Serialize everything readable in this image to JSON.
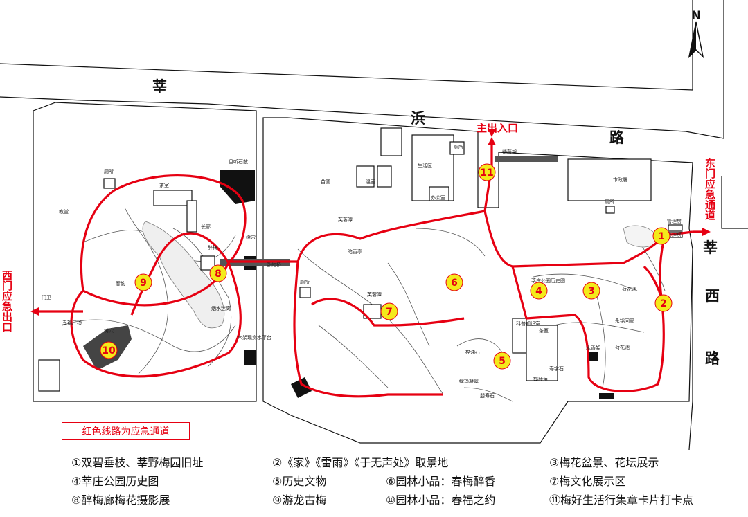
{
  "roads": {
    "north_1": "莘",
    "north_2": "浜",
    "north_3": "路",
    "east_1": "莘",
    "east_2": "西",
    "east_3": "路"
  },
  "compass_label": "N",
  "exits": {
    "main": "主出入口",
    "east": "东门应急通道",
    "west": "西门应急出口"
  },
  "note": "红色线路为应急通道",
  "places": [
    "厕所",
    "茶室",
    "长廊",
    "醉梅",
    "树穴",
    "卧虹桥",
    "春韵",
    "五福广场",
    "树穴",
    "门卫",
    "教堂",
    "且听石散",
    "烟水迷离",
    "木架现赏水平台",
    "苗圃",
    "温室",
    "生活区",
    "办公室",
    "厕所",
    "芙蓉潭",
    "暗香亭",
    "芙蓉潭",
    "厕所",
    "紫藤架",
    "市政署",
    "厕所",
    "管理房",
    "管理房",
    "科普知识室",
    "茶室",
    "荷花池",
    "木香架",
    "永锦回廊",
    "荷花池",
    "梓油石",
    "绿筠凝翠",
    "朋寿石",
    "鹤鹿角",
    "寿字石",
    "莘庄公园历史图"
  ],
  "markers": [
    "1",
    "2",
    "3",
    "4",
    "5",
    "6",
    "7",
    "8",
    "9",
    "10",
    "11"
  ],
  "legend": [
    [
      "①双碧垂枝、莘野梅园旧址",
      "②《家》《雷雨》《于无声处》取景地",
      "③梅花盆景、花坛展示"
    ],
    [
      "④莘庄公园历史图",
      "⑤历史文物",
      "⑥园林小品：春梅醉香",
      "⑦梅文化展示区"
    ],
    [
      "⑧醉梅廊梅花摄影展",
      "⑨游龙古梅",
      "⑩园林小品：春福之约",
      "⑪梅好生活行集章卡片打卡点"
    ]
  ],
  "colors": {
    "route": "#e60012",
    "marker_fill": "#f4ea1a",
    "road_fill": "#ffffff",
    "park_fill": "#ffffff",
    "outline": "#111111"
  }
}
